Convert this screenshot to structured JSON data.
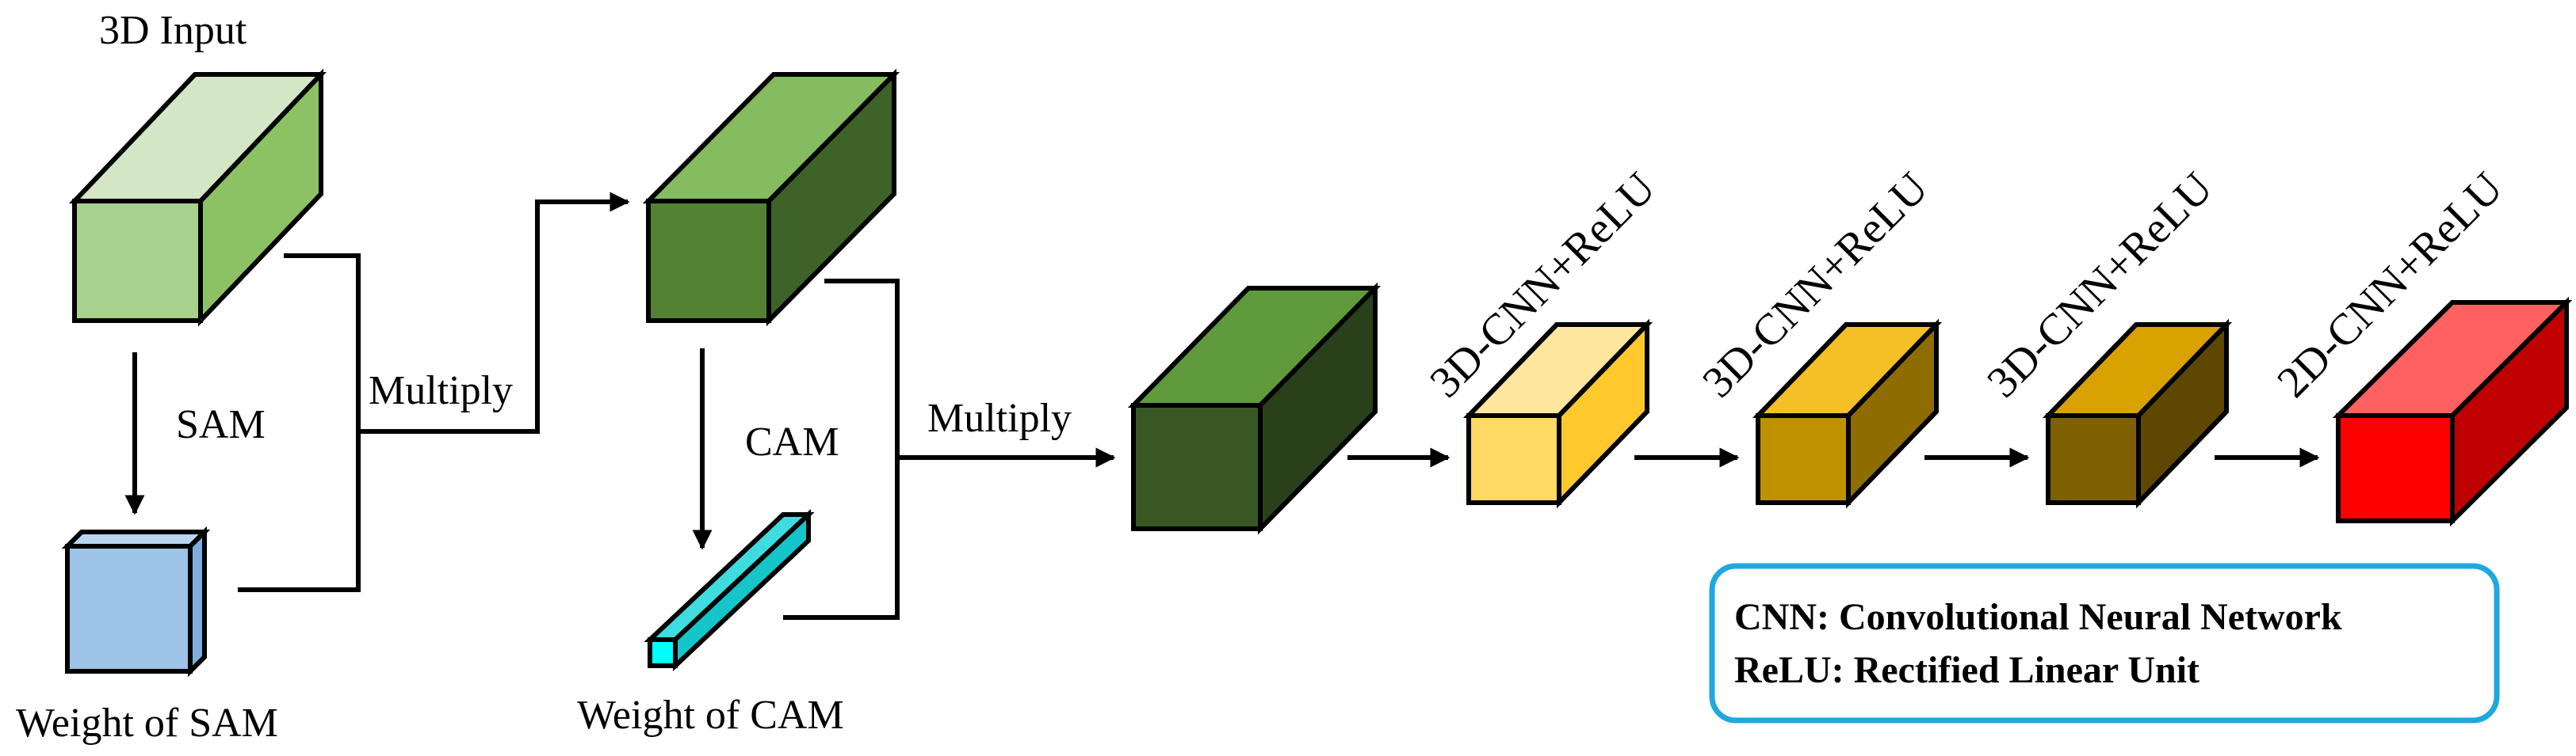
{
  "labels": {
    "input": "3D Input",
    "sam": "SAM",
    "weight_sam": "Weight of SAM",
    "multiply_1": "Multiply",
    "cam": "CAM",
    "weight_cam": "Weight of CAM",
    "multiply_2": "Multiply"
  },
  "layers": [
    {
      "label": "3D-CNN+ReLU"
    },
    {
      "label": "3D-CNN+ReLU"
    },
    {
      "label": "3D-CNN+ReLU"
    },
    {
      "label": "2D-CNN+ReLU"
    }
  ],
  "legend": {
    "line1": "CNN: Convolutional Neural Network",
    "line2": "ReLU: Rectified Linear Unit",
    "border_color": "#1fa8e0"
  },
  "colors": {
    "input_front": "#a9d18e",
    "input_top": "#d3e6c6",
    "input_side": "#8cc264",
    "sam_front": "#9dc3e6",
    "sam_top": "#b9d6f0",
    "sam_side": "#7eaede",
    "multiplied_front": "#548235",
    "multiplied_top": "#84bc5f",
    "multiplied_side": "#3e6329",
    "cam_front": "#00ffff",
    "cam_top": "#3fdcdf",
    "cam_side": "#14c6c9",
    "attended_front": "#385723",
    "attended_top": "#5f9a3c",
    "attended_side": "#29401a",
    "conv1_front": "#ffd966",
    "conv1_top": "#ffe69e",
    "conv1_side": "#ffc92e",
    "conv2_front": "#bf9000",
    "conv2_top": "#f5c026",
    "conv2_side": "#8f6c00",
    "conv3_front": "#7f6000",
    "conv3_top": "#d9a200",
    "conv3_side": "#5e4700",
    "conv4_front": "#ff0000",
    "conv4_top": "#ff6161",
    "conv4_side": "#c00000"
  }
}
